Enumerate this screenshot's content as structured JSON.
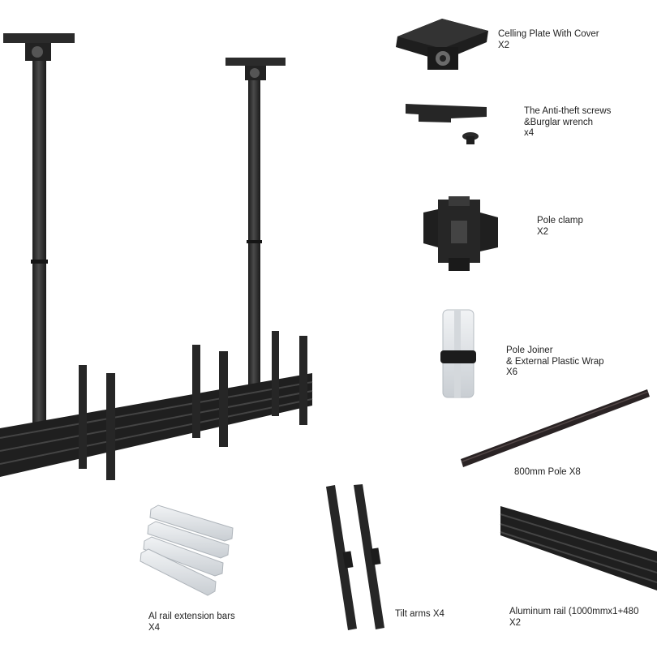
{
  "parts": {
    "ceiling_plate": {
      "name": "Celling Plate With Cover",
      "qty": "X2"
    },
    "screws": {
      "line1": "The Anti-theft screws",
      "line2": "&Burglar wrench",
      "qty": "x4"
    },
    "pole_clamp": {
      "name": "Pole clamp",
      "qty": "X2"
    },
    "pole_joiner": {
      "line1": "Pole Joiner",
      "line2": "& External Plastic Wrap",
      "qty": "X6"
    },
    "pole": {
      "name": "800mm Pole X8"
    },
    "extension_bars": {
      "name": "Al rail extension bars",
      "qty": "X4"
    },
    "tilt_arms": {
      "name": "Tilt arms X4"
    },
    "aluminum_rail": {
      "name": "Aluminum rail (1000mmx1+480",
      "qty": "X2"
    }
  },
  "colors": {
    "metal": "#2b2b2b",
    "metal_dark": "#1c1c1c",
    "plastic": "#e4e7ea",
    "background": "#ffffff"
  }
}
